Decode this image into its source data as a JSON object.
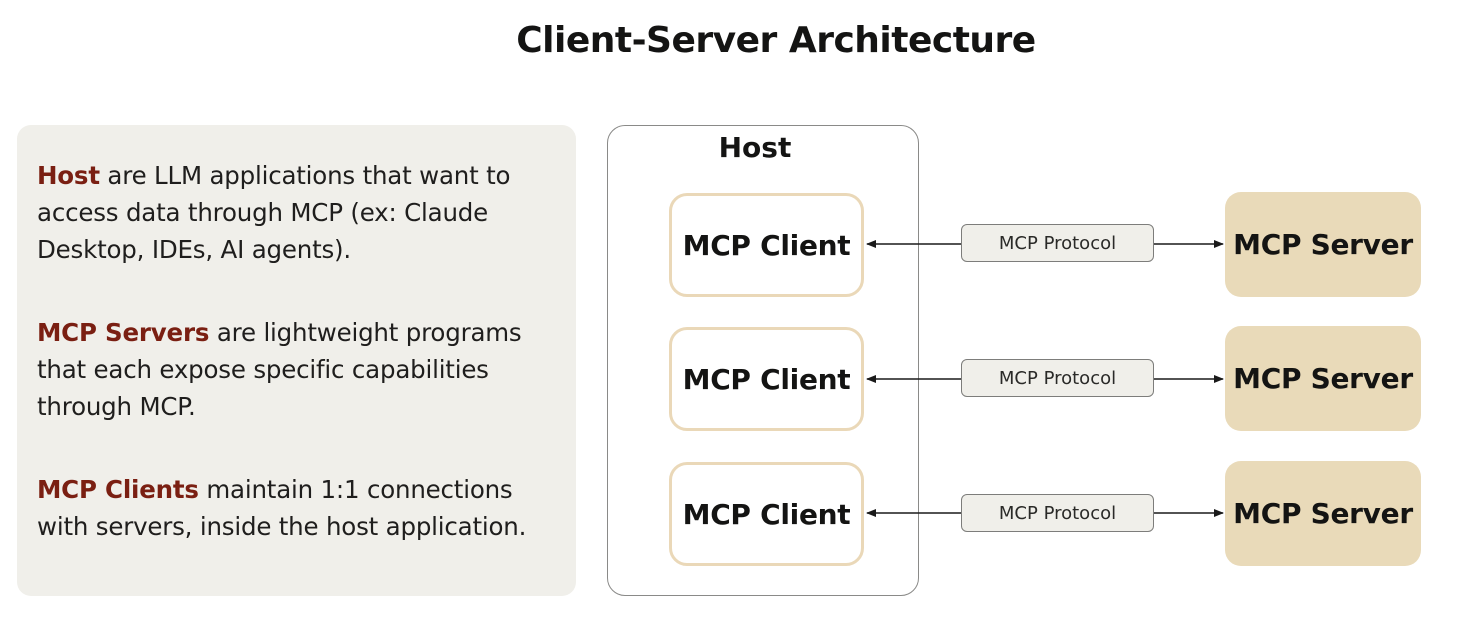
{
  "title": "Client-Server Architecture",
  "panel": {
    "paragraphs": [
      {
        "term": "Host",
        "rest": " are LLM applications that want to access data through MCP (ex: Claude Desktop, IDEs, AI agents)."
      },
      {
        "term": "MCP Servers",
        "rest": " are lightweight programs that each expose specific capabilities through MCP."
      },
      {
        "term": "MCP Clients",
        "rest": " maintain 1:1 connections with servers, inside the host application."
      }
    ]
  },
  "diagram": {
    "host_label": "Host",
    "rows": [
      {
        "client": "MCP Client",
        "protocol": "MCP Protocol",
        "server": "MCP Server"
      },
      {
        "client": "MCP Client",
        "protocol": "MCP Protocol",
        "server": "MCP Server"
      },
      {
        "client": "MCP Client",
        "protocol": "MCP Protocol",
        "server": "MCP Server"
      }
    ]
  },
  "colors": {
    "term": "#7a1f12",
    "panel_bg": "#f0efea",
    "client_border": "#ead8b8",
    "server_bg": "#e9dab9"
  }
}
